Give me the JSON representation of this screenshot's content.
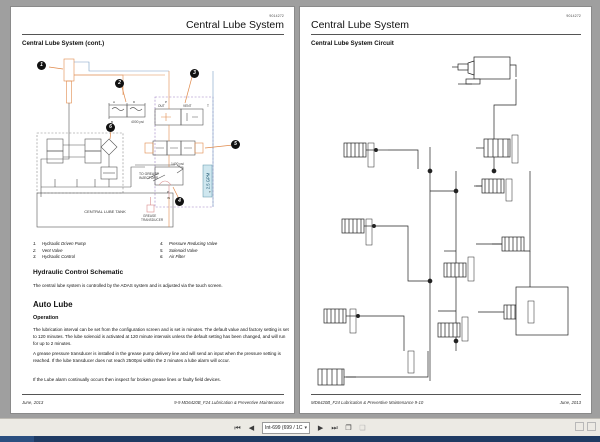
{
  "viewer": {
    "toolbar": {
      "first_page_icon": "first-page-icon",
      "prev_page_icon": "previous-page-icon",
      "next_page_icon": "next-page-icon",
      "last_page_icon": "last-page-icon",
      "page_field_value": "Int-699 (699 / 1C",
      "page_dropdown_icon": "chevron-down-icon",
      "layout_single_icon": "single-page-layout-icon",
      "layout_facing_icon": "facing-page-layout-icon",
      "right_tool_1": "panel-toggle-icon",
      "right_tool_2": "panel-toggle-icon"
    }
  },
  "left_page": {
    "doc_code": "9014272",
    "title": "Central Lube System",
    "section_heading": "Central Lube System (cont.)",
    "schematic": {
      "tank_label": "CENTRAL LUBE TANK",
      "to_injectors_label": "TO GREASE INJECTORS",
      "transducer_label": "GREASE TRANSDUCER",
      "flow_label": "2.5 GPM",
      "pressure_4000": "4000 psi",
      "pressure_1400": "1400 psi",
      "port_out": "OUT",
      "port_vent": "VENT",
      "port_p": "P",
      "port_t": "T",
      "port_a": "A",
      "port_b": "B",
      "callouts": [
        "1",
        "2",
        "3",
        "4",
        "5",
        "6"
      ]
    },
    "legend": [
      {
        "num": "1.",
        "label": "Hydraulic Driven Pump"
      },
      {
        "num": "2.",
        "label": "Vent Valve"
      },
      {
        "num": "3.",
        "label": "Hydraulic Control"
      },
      {
        "num": "4.",
        "label": "Pressure Reducing Valve"
      },
      {
        "num": "5.",
        "label": "Solenoid Valve"
      },
      {
        "num": "6.",
        "label": "Air Filter"
      }
    ],
    "schematic_heading": "Hydraulic Control Schematic",
    "schematic_text": "The central lube system is controlled by the ADAS system and is adjusted via the touch screen.",
    "auto_lube_heading": "Auto Lube",
    "operation_heading": "Operation",
    "para_1": "The lubrication interval can be set from the configuration screen and is set in minutes. The default value and factory setting is set to 120 minutes. The lube solenoid is activated at 120 minute intervals unless the default setting has been changed, and will run for up to 2 minutes.",
    "para_2": "A grease pressure transducer is installed in the grease pump delivery line and will send an input when the pressure setting is reached. If the lube transducer does not reach 2500psi within the 2 minutes a lube alarm will occur.",
    "para_3": "If the Lube alarm continually occurs then inspect for broken grease lines or faulty field devices.",
    "footer_left": "June, 2013",
    "footer_right": "9-9  MD6420B_F24 Lubrication & Preventive Maintenance"
  },
  "right_page": {
    "doc_code": "9014272",
    "title": "Central Lube System",
    "section_heading": "Central Lube System Circuit",
    "footer_left": "MD6420B_F24 Lubrication & Preventive Maintenance  9-10",
    "footer_right": "June, 2013"
  },
  "colors": {
    "page_bg": "#ffffff",
    "viewer_bg": "#9f9f9f",
    "orange_line": "#e08a4c",
    "blue_line": "#7a9ec4",
    "pink_line": "#d98b8b",
    "cyan_fill": "#cfe7ef",
    "toolbar_bg": "#eceae4"
  }
}
